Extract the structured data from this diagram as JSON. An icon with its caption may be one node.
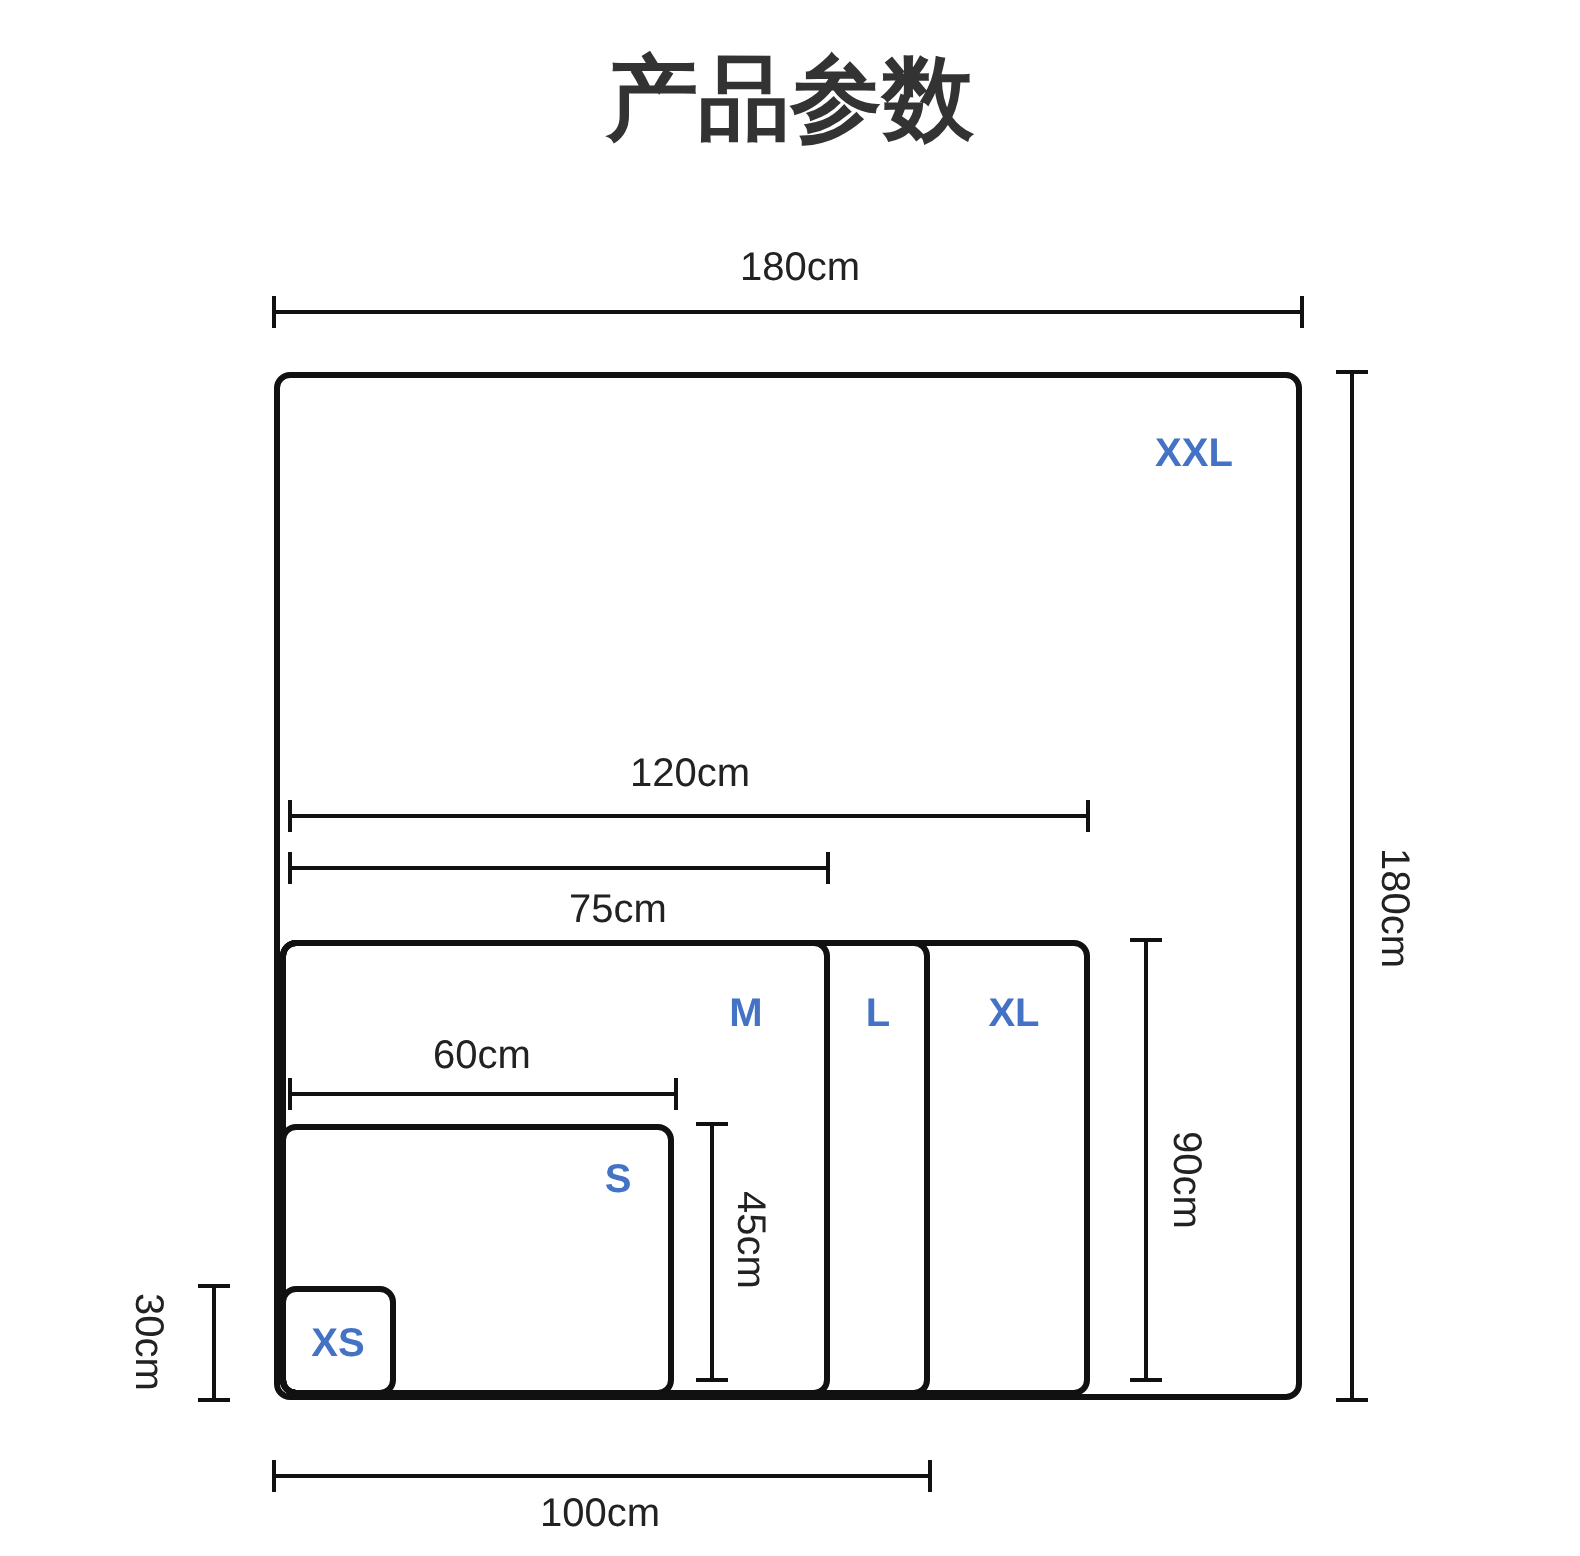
{
  "diagram": {
    "title": "产品参数",
    "nodes": [
      {
        "text": [
          "XXL"
        ]
      },
      {
        "text": [
          "XL"
        ],
        "in": 0
      },
      {
        "text": [
          "L"
        ],
        "in": 1
      },
      {
        "text": [
          "M"
        ],
        "in": 2
      },
      {
        "text": [
          "S"
        ],
        "in": 3
      },
      {
        "text": [
          "XS"
        ],
        "in": 4
      }
    ],
    "labels": [
      "180cm",
      "120cm",
      "75cm",
      "60cm",
      "45cm",
      "90cm",
      "180cm",
      "30cm",
      "100cm"
    ]
  }
}
